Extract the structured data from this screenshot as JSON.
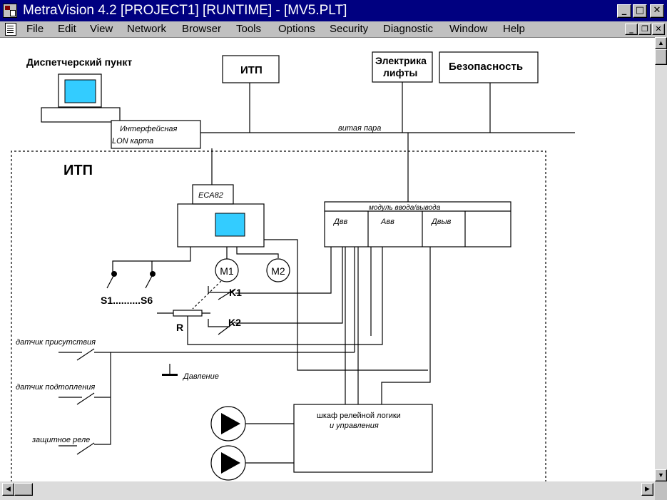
{
  "window": {
    "title": "MetraVision 4.2 [PROJECT1] [RUNTIME] - [MV5.PLT]",
    "minimize_glyph": "_",
    "maximize_glyph": "□",
    "close_glyph": "✕",
    "doc_minimize_glyph": "_",
    "doc_restore_glyph": "❐",
    "doc_close_glyph": "✕"
  },
  "menu": [
    {
      "label": "File"
    },
    {
      "label": "Edit"
    },
    {
      "label": "View"
    },
    {
      "label": "Network"
    },
    {
      "label": "Browser"
    },
    {
      "label": "Tools"
    },
    {
      "label": "Options"
    },
    {
      "label": "Security"
    },
    {
      "label": "Diagnostic"
    },
    {
      "label": "Window"
    },
    {
      "label": "Help"
    }
  ],
  "diagram": {
    "dispatcher_label": "Диспетчерский пункт",
    "itp_box_label": "ИТП",
    "electrics_line1": "Электрика",
    "electrics_line2": "лифты",
    "security_label": "Безопасность",
    "lon_card_line1": "Интерфейсная",
    "lon_card_line2": "LON карта",
    "twisted_pair": "витая пара",
    "itp_area_title": "ИТП",
    "eca_label": "ECA82",
    "io_module_label": "модуль ввода/вывода",
    "io_dvv": "Двв",
    "io_avv": "Авв",
    "io_dvyv": "Двыв",
    "m1": "M1",
    "m2": "M2",
    "k1": "K1",
    "k2": "K2",
    "r": "R",
    "switches": "S1..........S6",
    "sensor_presence": "датчик присутствия",
    "sensor_flood": "датчик подтопления",
    "protective_relay": "защитное реле",
    "pressure": "Давление",
    "cabinet_line1": "шкаф релейной логики",
    "cabinet_line2": "и управления"
  },
  "colors": {
    "title_bar": "#000080",
    "screen_cyan": "#33ccff",
    "chrome": "#c0c0c0"
  },
  "scroll": {
    "up_glyph": "▲",
    "down_glyph": "▼",
    "left_glyph": "◀",
    "right_glyph": "▶"
  }
}
